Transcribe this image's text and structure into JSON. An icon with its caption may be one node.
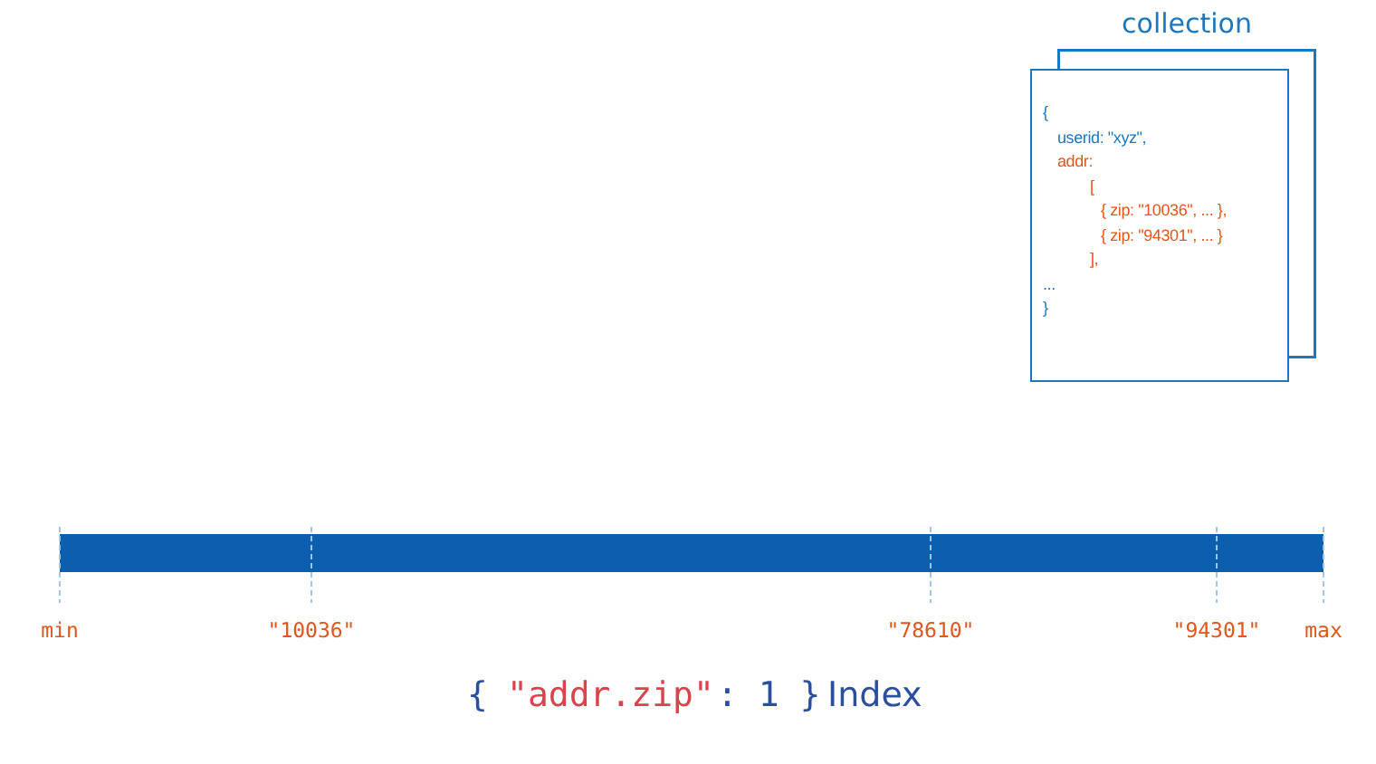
{
  "diagram": {
    "nodes": [
      {
        "text": [
          "collection",
          "{",
          "userid: \"xyz\",",
          "addr:",
          "[",
          "{ zip: \"10036\", ... },",
          "{ zip: \"94301\", ... }",
          "],",
          "...",
          "}"
        ]
      },
      {
        "text": [],
        "shape": "bar"
      }
    ],
    "labels": [
      "min",
      "\"10036\"",
      "\"78610\"",
      "\"94301\"",
      "max",
      "{",
      "\"addr.zip\"",
      ": 1 }",
      "Index"
    ]
  }
}
